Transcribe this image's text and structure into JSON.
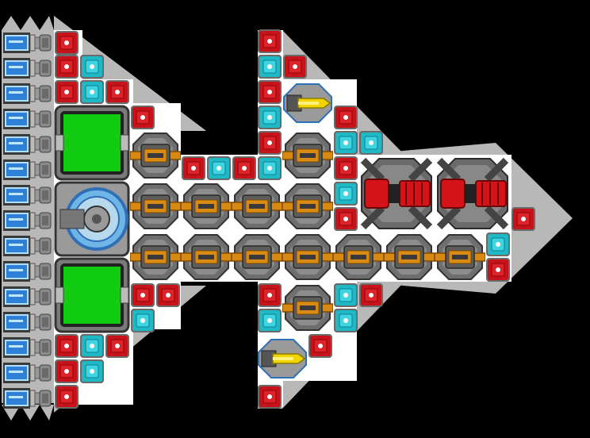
{
  "scene": {
    "type": "ship-builder-grid",
    "background": "#000000",
    "hull_color": "#b8b8b8",
    "interior_color": "#ffffff"
  },
  "colors": {
    "engine_blue": "#2f7fd6",
    "red_block": "#c61218",
    "cyan_block": "#1fb8c6",
    "green_core": "#11cc11",
    "orange_frame": "#d98a12",
    "yellow_missile": "#f2d400",
    "heavy_red": "#d41418"
  },
  "legend": {
    "engine": "engine-icon",
    "red_block": "red-armor-block",
    "cyan_block": "cyan-power-block",
    "green_core": "green-core",
    "cannon": "cannon-turret",
    "missile": "missile-launcher",
    "heavy_cannon": "heavy-cannon",
    "radar": "radar-dish"
  }
}
